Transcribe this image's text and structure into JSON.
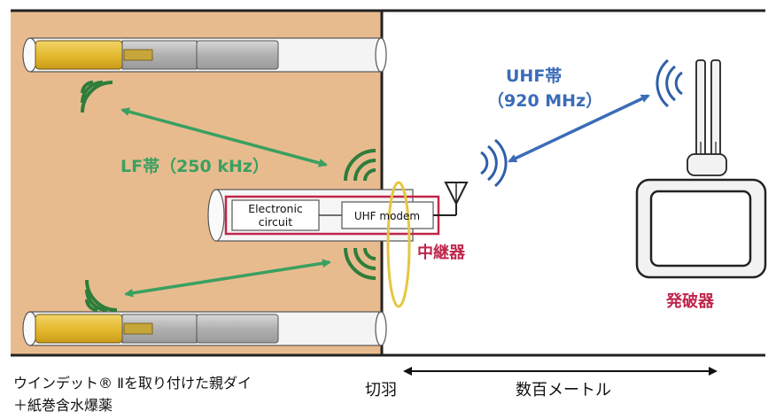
{
  "labels": {
    "lf_band": "LF帯（250 kHz）",
    "uhf_band": "UHF帯",
    "uhf_freq": "（920 MHz）",
    "electronic_circuit_line1": "Electronic",
    "electronic_circuit_line2": "circuit",
    "uhf_modem": "UHF modem",
    "repeater": "中継器",
    "blaster": "発破器",
    "detonator_caption_line1": "ウインデット® Ⅱを取り付けた親ダイ",
    "detonator_caption_line2": "＋紙巻含水爆薬",
    "rock_face": "切羽",
    "distance": "数百メートル"
  },
  "colors": {
    "rock": "#e8bb8f",
    "lf_arrow": "#3aa060",
    "uhf_arrow": "#3a6cb8",
    "repeater_red": "#c0264a",
    "ring_yellow": "#e6c640",
    "signal_green": "#2e7d3a",
    "signal_blue": "#2f5fa8",
    "detonator_yellow": "#e4b82c"
  }
}
